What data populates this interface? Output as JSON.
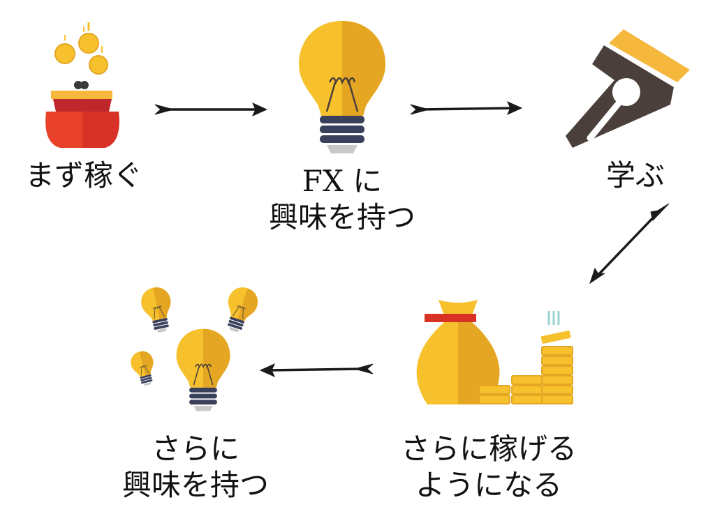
{
  "steps": [
    {
      "id": "earn-first",
      "lines": [
        "まず稼ぐ"
      ],
      "icon": "coin-purse-icon"
    },
    {
      "id": "interest-fx",
      "lines": [
        "FX に",
        "興味を持つ"
      ],
      "icon": "lightbulb-icon"
    },
    {
      "id": "learn",
      "lines": [
        "学ぶ"
      ],
      "icon": "fountain-pen-icon"
    },
    {
      "id": "earn-more",
      "lines": [
        "さらに稼げる",
        "ようになる"
      ],
      "icon": "money-bag-coins-icon"
    },
    {
      "id": "more-interest",
      "lines": [
        "さらに",
        "興味を持つ"
      ],
      "icon": "multiple-lightbulbs-icon"
    }
  ],
  "colors": {
    "gold": "#f6c12c",
    "gold_dark": "#e5a623",
    "purse_red": "#e8432a",
    "purse_dark": "#c0272d",
    "pen_brown": "#4a3f3a",
    "pen_accent": "#f5b83d",
    "bulb_base": "#3a3f5c",
    "arrow": "#1a1a1a"
  }
}
